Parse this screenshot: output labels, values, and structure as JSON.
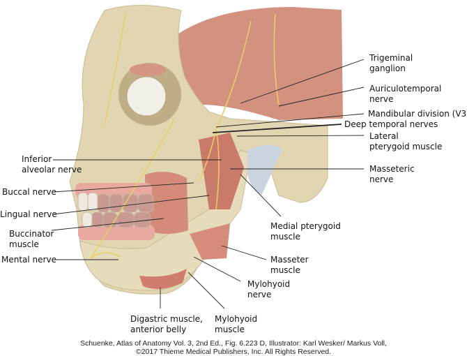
{
  "figure": {
    "labels": {
      "trigeminal_ganglion": [
        "Trigeminal",
        "ganglion"
      ],
      "auriculotemporal_nerve": [
        "Auriculotemporal",
        "nerve"
      ],
      "mandibular_division": "Mandibular division (V3)",
      "deep_temporal_nerves": "Deep temporal nerves",
      "lateral_pterygoid": [
        "Lateral",
        "pterygoid muscle"
      ],
      "masseteric_nerve": [
        "Masseteric",
        "nerve"
      ],
      "medial_pterygoid": [
        "Medial pterygoid",
        "muscle"
      ],
      "masseter": [
        "Masseter",
        "muscle"
      ],
      "mylohyoid_nerve": [
        "Mylohyoid",
        "nerve"
      ],
      "mylohyoid_muscle": [
        "Mylohyoid",
        "muscle"
      ],
      "digastric": [
        "Digastric muscle,",
        "anterior belly"
      ],
      "inferior_alveolar": [
        "Inferior",
        "alveolar nerve"
      ],
      "buccal_nerve": "Buccal nerve",
      "lingual_nerve": "Lingual nerve",
      "buccinator": [
        "Buccinator",
        "muscle"
      ],
      "mental_nerve": "Mental nerve"
    },
    "credit": [
      "Schuenke, Atlas of Anatomy Vol. 3, 2nd Ed., Fig. 6.223 D, Illustrator: Karl Wesker/ Markus Voll,",
      "©2017 Thieme Medical Publishers, Inc. All Rights Reserved."
    ],
    "colors": {
      "bone": "#e2d6b2",
      "muscle": "#d18a78",
      "nerve": "#e8cf62",
      "tooth": "#efe9e0",
      "gum": "#e8a9a0",
      "ligament": "#c9d4df"
    }
  }
}
